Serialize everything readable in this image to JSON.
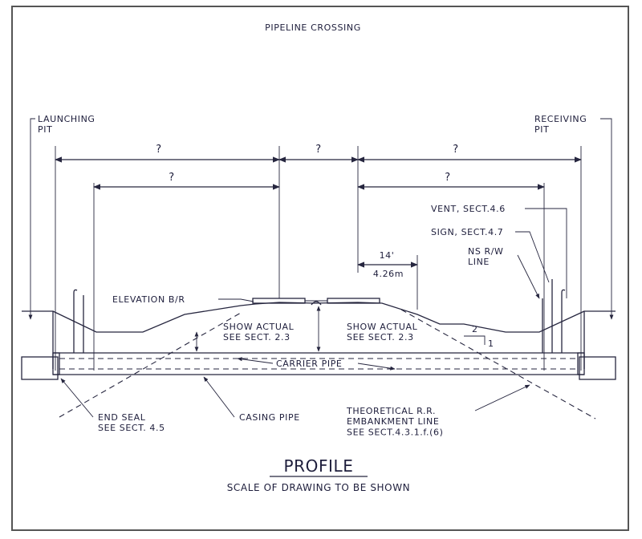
{
  "title": "PIPELINE CROSSING",
  "labels": {
    "launching_pit": "LAUNCHING\nPIT",
    "receiving_pit": "RECEIVING\nPIT",
    "elevation": "ELEVATION B/R",
    "show_actual_left": "SHOW ACTUAL\nSEE SECT. 2.3",
    "show_actual_right": "SHOW ACTUAL\nSEE SECT. 2.3",
    "carrier_pipe": "CARRIER PIPE",
    "casing_pipe": "CASING PIPE",
    "end_seal": "END SEAL\nSEE SECT. 4.5",
    "theoretical": "THEORETICAL R.R.\nEMBANKMENT LINE\nSEE SECT.4.3.1.f.(6)",
    "vent": "VENT, SECT.4.6",
    "sign": "SIGN, SECT.4.7",
    "ns_rw": "NS R/W\nLINE",
    "distance_ft": "14'",
    "distance_m": "4.26m",
    "slope_run": "2",
    "slope_rise": "1"
  },
  "dimensions": {
    "top_left": "?",
    "top_middle": "?",
    "top_right": "?",
    "inner_left": "?",
    "inner_right": "?"
  },
  "footer": {
    "heading": "PROFILE",
    "note": "SCALE OF DRAWING TO BE SHOWN"
  }
}
